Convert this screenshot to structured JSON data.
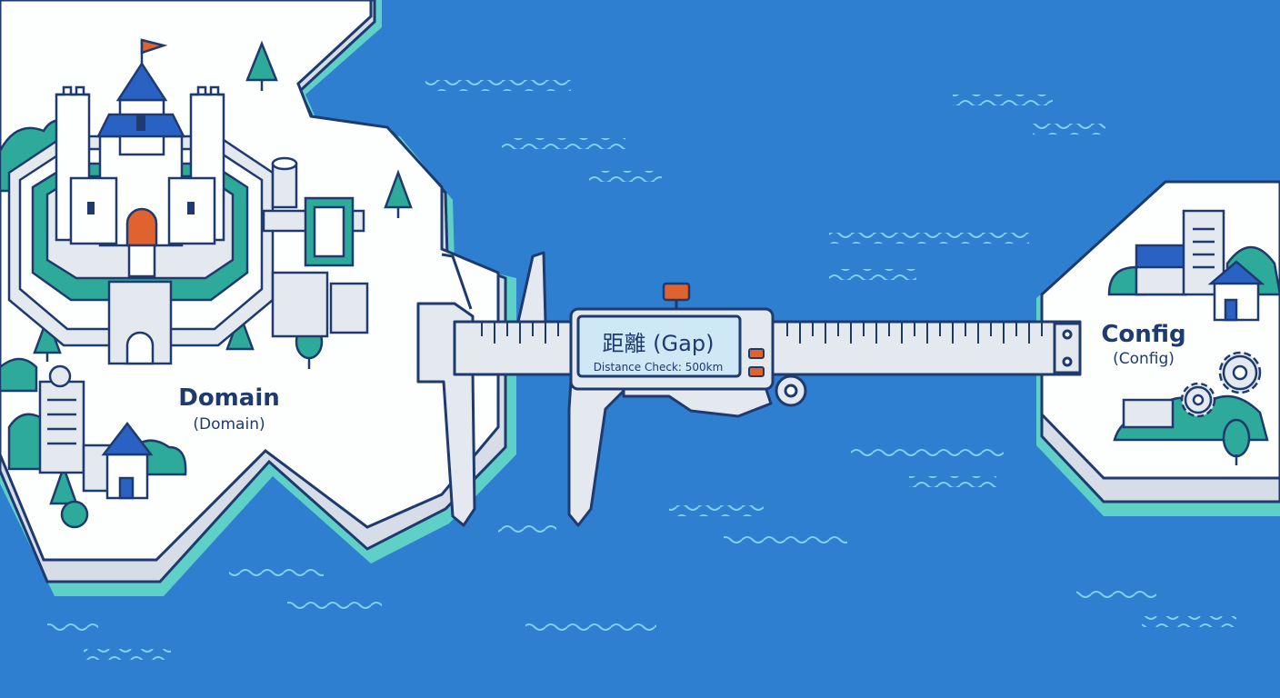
{
  "colors": {
    "sea": "#2f7fd0",
    "land": "#fdfefe",
    "shore": "#5fd0c8",
    "ink": "#1e3a6e",
    "teal": "#2eaa9a",
    "roof": "#2a62c4",
    "door": "#e0632f",
    "metal": "#e4e9f0"
  },
  "left_region": {
    "title": "Domain",
    "subtitle": "(Domain)"
  },
  "right_region": {
    "title": "Config",
    "subtitle": "(Config)"
  },
  "caliper": {
    "title": "距離 (Gap)",
    "readout": "Distance Check: 500km"
  }
}
